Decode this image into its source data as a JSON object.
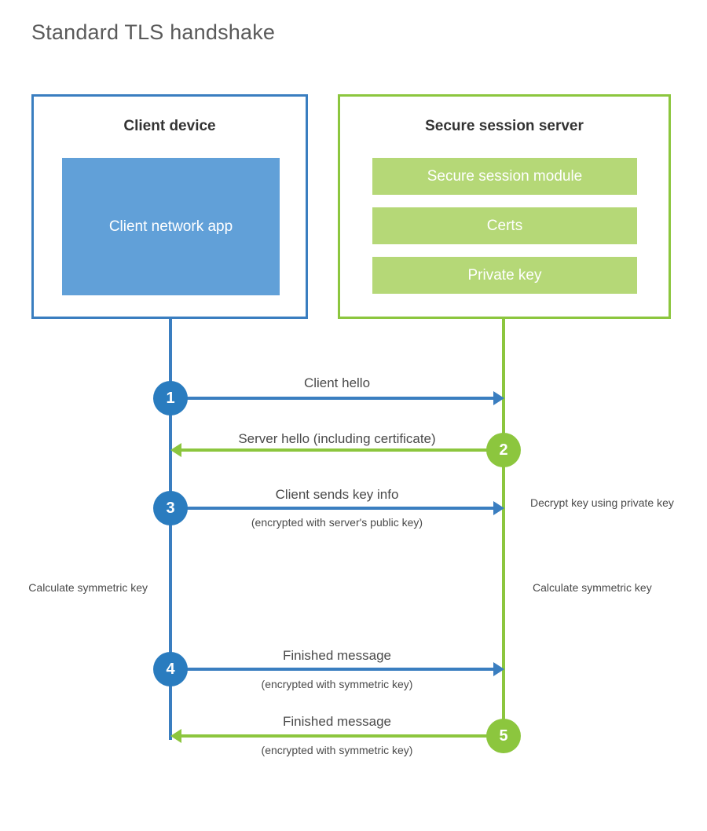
{
  "title": "Standard TLS handshake",
  "actors": {
    "client": {
      "title": "Client device",
      "app_label": "Client network app"
    },
    "server": {
      "title": "Secure session server",
      "components": [
        {
          "label": "Secure session module"
        },
        {
          "label": "Certs"
        },
        {
          "label": "Private key"
        }
      ]
    }
  },
  "steps": [
    {
      "number": "1",
      "label": "Client hello",
      "sublabel": "",
      "direction": "client-to-server",
      "color": "blue"
    },
    {
      "number": "2",
      "label": "Server hello (including certificate)",
      "sublabel": "",
      "direction": "server-to-client",
      "color": "green"
    },
    {
      "number": "3",
      "label": "Client sends key info",
      "sublabel": "(encrypted with server's public key)",
      "direction": "client-to-server",
      "color": "blue"
    },
    {
      "number": "4",
      "label": "Finished message",
      "sublabel": "(encrypted with symmetric key)",
      "direction": "client-to-server",
      "color": "blue"
    },
    {
      "number": "5",
      "label": "Finished message",
      "sublabel": "(encrypted with symmetric key)",
      "direction": "server-to-client",
      "color": "green"
    }
  ],
  "notes": {
    "decrypt": "Decrypt key using private key",
    "client_calculate": "Calculate symmetric key",
    "server_calculate": "Calculate symmetric key"
  },
  "colors": {
    "blue_border": "#3a7ec0",
    "blue_circle": "#2a7cbf",
    "blue_fill": "#61a0d8",
    "green_border": "#8cc63e",
    "green_circle": "#8cc63e",
    "green_fill": "#b5d877",
    "title_text": "#5a5a5a",
    "body_text": "#4a4a4a"
  }
}
